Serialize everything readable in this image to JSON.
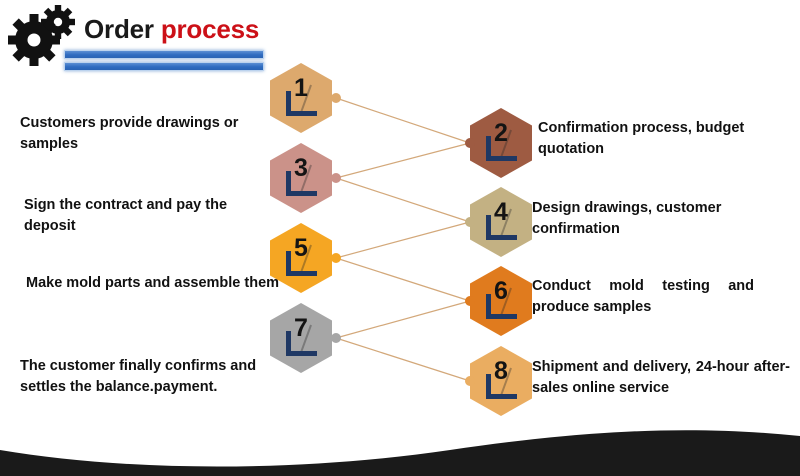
{
  "slide": {
    "title_part1": "Order ",
    "title_part2": "process",
    "accent_color": "#cc1017",
    "rule_color": "#2f6cc0",
    "background": "#ffffff",
    "wave_color": "#1a1a1a"
  },
  "steps": [
    {
      "number": "1",
      "side": "left",
      "hex_color": "#dda96d",
      "dot_color": "#dda96d",
      "text": "Customers provide drawings or samples"
    },
    {
      "number": "2",
      "side": "right",
      "hex_color": "#9e5b42",
      "dot_color": "#9e5b42",
      "text": "Confirmation process, budget quotation"
    },
    {
      "number": "3",
      "side": "left",
      "hex_color": "#cb9289",
      "dot_color": "#cb9289",
      "text": "Sign the contract and pay the deposit"
    },
    {
      "number": "4",
      "side": "right",
      "hex_color": "#c3b183",
      "dot_color": "#c3b183",
      "text": "Design drawings, customer confirmation"
    },
    {
      "number": "5",
      "side": "left",
      "hex_color": "#f5a623",
      "dot_color": "#f5a623",
      "text": "Make mold parts and assemble them"
    },
    {
      "number": "6",
      "side": "right",
      "hex_color": "#e07b1e",
      "dot_color": "#e07b1e",
      "text": "Conduct  mold  testing  and produce samples"
    },
    {
      "number": "7",
      "side": "left",
      "hex_color": "#a6a6a6",
      "dot_color": "#a6a6a6",
      "text": "The customer finally confirms and settles the balance.payment."
    },
    {
      "number": "8",
      "side": "right",
      "hex_color": "#eaad61",
      "dot_color": "#eaad61",
      "text": "Shipment  and  delivery,  24-hour after-sales online service"
    }
  ]
}
